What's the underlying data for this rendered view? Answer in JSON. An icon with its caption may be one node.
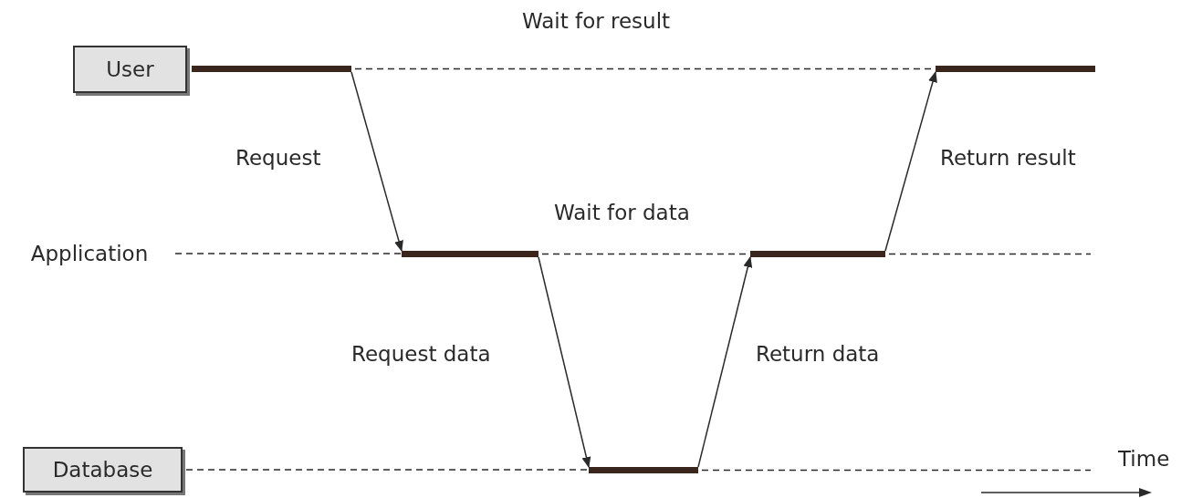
{
  "diagram": {
    "nodes": [
      {
        "text": [
          "User"
        ]
      },
      {
        "text": [
          "Application"
        ]
      },
      {
        "text": [
          "Database"
        ]
      },
      {
        "text": [],
        "shape": "bar"
      },
      {
        "text": [],
        "shape": "bar"
      },
      {
        "text": [],
        "shape": "bar"
      },
      {
        "text": [],
        "shape": "bar"
      },
      {
        "text": [],
        "shape": "bar"
      }
    ],
    "edges": [
      {
        "from": 3,
        "to": 5,
        "arrow": "to",
        "label": "Request"
      },
      {
        "from": 5,
        "to": 7,
        "arrow": "to",
        "label": "Request data"
      },
      {
        "from": 7,
        "to": 6,
        "arrow": "to",
        "label": "Return data"
      },
      {
        "from": 6,
        "to": 4,
        "arrow": "to",
        "label": "Return result"
      },
      {
        "from": 3,
        "to": 4,
        "arrow": "none",
        "style": "dashed",
        "label": "Wait for result"
      },
      {
        "from": 1,
        "to": 5,
        "arrow": "none",
        "style": "dashed"
      },
      {
        "from": 5,
        "to": 6,
        "arrow": "none",
        "style": "dashed",
        "label": "Wait for data"
      },
      {
        "from": 6,
        "to": null,
        "arrow": "none",
        "style": "dashed"
      },
      {
        "from": 2,
        "to": 7,
        "arrow": "none",
        "style": "dashed"
      },
      {
        "from": 7,
        "to": null,
        "arrow": "none",
        "style": "dashed"
      }
    ],
    "labels": [
      "Time"
    ]
  }
}
